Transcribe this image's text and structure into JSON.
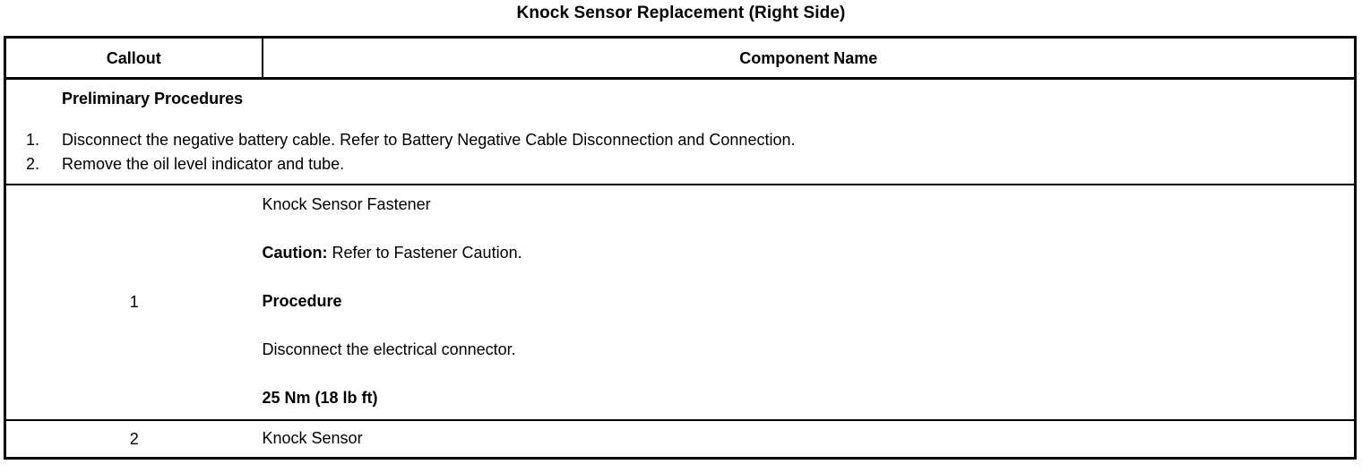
{
  "document": {
    "title": "Knock Sensor Replacement (Right Side)"
  },
  "table": {
    "headers": {
      "callout": "Callout",
      "component": "Component Name"
    },
    "preliminary": {
      "heading": "Preliminary Procedures",
      "steps": [
        {
          "number": "1.",
          "text": "Disconnect the negative battery cable. Refer to Battery Negative Cable Disconnection and Connection."
        },
        {
          "number": "2.",
          "text": "Remove the oil level indicator and tube."
        }
      ]
    },
    "rows": [
      {
        "callout": "1",
        "component_name": "Knock Sensor Fastener",
        "caution_label": "Caution:",
        "caution_text": " Refer to Fastener Caution.",
        "procedure_heading": "Procedure",
        "procedure_text": "Disconnect the electrical connector.",
        "torque": "25 Nm (18 lb ft)"
      },
      {
        "callout": "2",
        "component_name": "Knock Sensor"
      }
    ]
  }
}
